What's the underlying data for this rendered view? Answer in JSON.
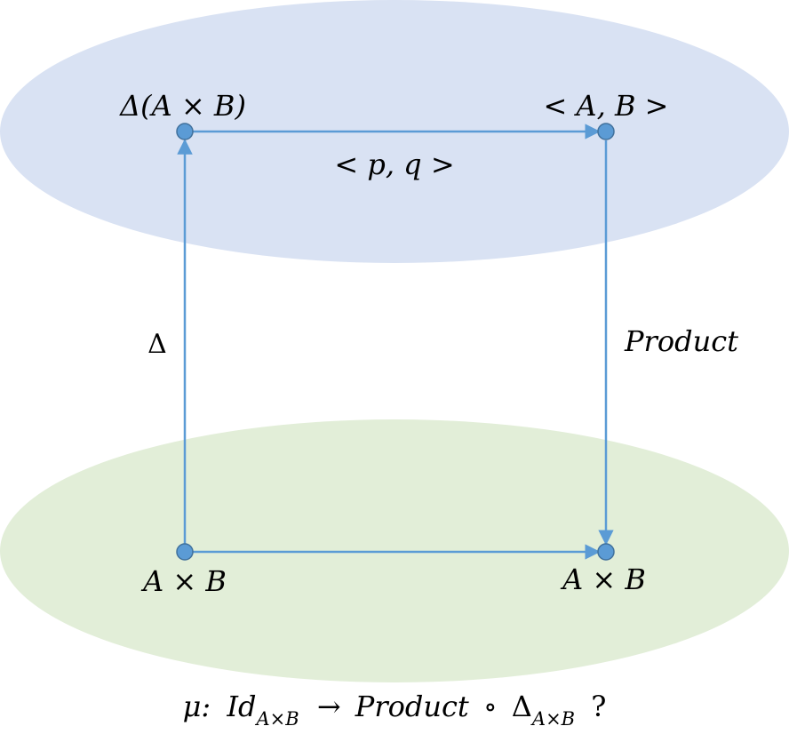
{
  "colors": {
    "top_ellipse": "#d9e2f3",
    "bottom_ellipse": "#e2eed8",
    "arrow": "#5b9bd5",
    "node_fill": "#5b9bd5",
    "node_stroke": "#41719c"
  },
  "nodes": {
    "top_left": {
      "label": "Δ(A × B)"
    },
    "top_right": {
      "label": "< A, B >"
    },
    "bottom_left": {
      "label": "A × B"
    },
    "bottom_right": {
      "label": "A × B"
    }
  },
  "edges": {
    "top": {
      "label": "< p, q >"
    },
    "left": {
      "label": "Δ"
    },
    "right": {
      "label": "Product"
    },
    "bottom": {
      "label": ""
    }
  },
  "caption": {
    "mu": "μ:",
    "id": "Id",
    "id_sub": "A×B",
    "arrow": "→",
    "product": "Product",
    "compose": "∘",
    "delta": "Δ",
    "delta_sub": "A×B",
    "question": "?"
  }
}
